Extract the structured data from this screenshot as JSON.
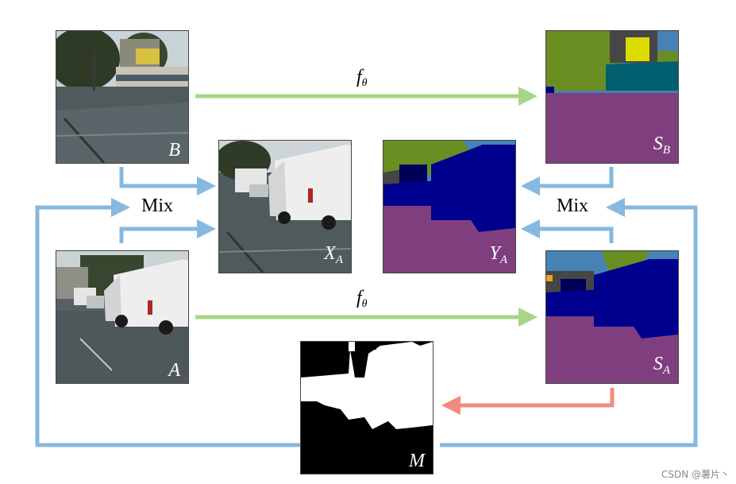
{
  "labels": {
    "image_b": "B",
    "image_a": "A",
    "mixed_image": "X",
    "mixed_image_sub": "A",
    "mixed_label": "Y",
    "mixed_label_sub": "A",
    "seg_b": "S",
    "seg_b_sub": "B",
    "seg_a": "S",
    "seg_a_sub": "A",
    "mask": "M"
  },
  "operations": {
    "model_top": "f",
    "model_top_sub": "θ",
    "model_bottom": "f",
    "model_bottom_sub": "θ",
    "mix_left": "Mix",
    "mix_right": "Mix"
  },
  "colors": {
    "model_arrow": "#a6d785",
    "mix_arrow": "#86b9e0",
    "mask_arrow": "#f28b7e",
    "seg_road": "#7f3f7f",
    "seg_vehicle": "#00008e",
    "seg_vegetation": "#6b8e23",
    "seg_sky": "#4682b4",
    "seg_building": "#464646",
    "seg_sign": "#dcdc00"
  },
  "watermark": "CSDN @薯片丶"
}
